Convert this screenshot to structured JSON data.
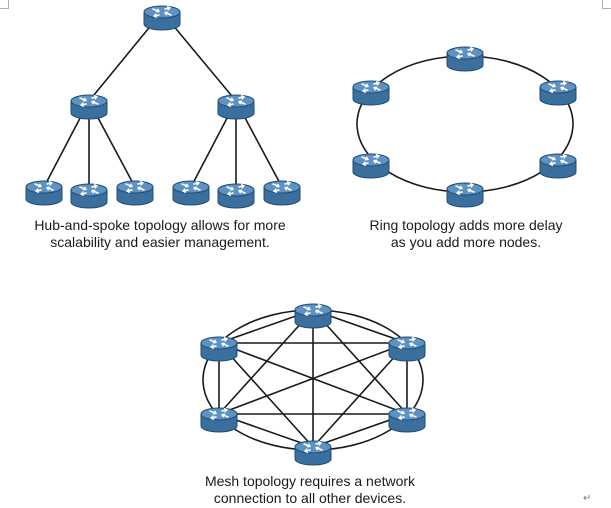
{
  "colors": {
    "router_fill": "#3a6f9e",
    "router_top": "#5d92c2",
    "router_stroke": "#1f4d74",
    "router_arrows": "#ffffff",
    "link": "#1a1a1a"
  },
  "icons": {
    "node": "router-icon",
    "paragraph_mark": "return-arrow-icon"
  },
  "hub_spoke": {
    "caption_lines": [
      "Hub-and-spoke topology allows for more",
      "scalability and easier management."
    ],
    "hubs": 2,
    "spokes_per_hub": 3
  },
  "ring": {
    "caption_lines": [
      "Ring topology adds more delay",
      "as you add more nodes."
    ],
    "nodes": 6
  },
  "mesh": {
    "caption_lines": [
      "Mesh topology requires a network",
      "connection to all other devices."
    ],
    "nodes": 6,
    "full_mesh": true
  },
  "paragraph_mark": "↵"
}
